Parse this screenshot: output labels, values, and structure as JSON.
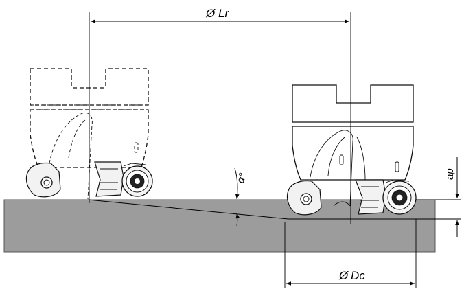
{
  "labels": {
    "lr": "Lr",
    "dc": "Dc",
    "ap": "ap",
    "alpha": "α°",
    "diameter_symbol": "Ø"
  },
  "colors": {
    "workpiece_fill": "#9c9c9c",
    "line": "#000000",
    "background": "#ffffff"
  }
}
